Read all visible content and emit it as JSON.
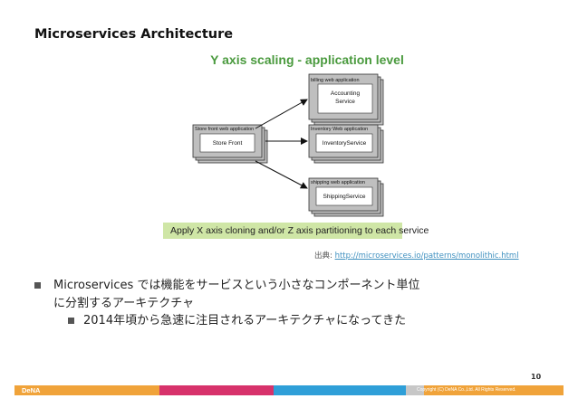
{
  "slide": {
    "title": "Microservices Architecture",
    "diagram_title": "Y axis scaling - application level",
    "page_number": "10"
  },
  "diagram": {
    "nodes": [
      {
        "id": "billing",
        "header": "billing web application",
        "label_line1": "Accounting",
        "label_line2": "Service"
      },
      {
        "id": "storefront",
        "header": "Store front web application",
        "label_line1": "Store Front",
        "label_line2": ""
      },
      {
        "id": "inventory",
        "header": "Inventory Web application",
        "label_line1": "InventoryService",
        "label_line2": ""
      },
      {
        "id": "shipping",
        "header": "shipping web application",
        "label_line1": "ShippingService",
        "label_line2": ""
      }
    ],
    "banner": "Apply X axis cloning and/or Z axis partitioning to each service"
  },
  "source": {
    "prefix": "出典:",
    "url": "http://microservices.io/patterns/monolithic.html"
  },
  "bullets": {
    "level1": "Microservices では機能をサービスという小さなコンポーネント単位に分割するアーキテクチャ",
    "level1_line1": "Microservices では機能をサービスという小さなコンポーネント単位",
    "level1_line2": "に分割するアーキテクチャ",
    "level2": "2014年頃から急速に注目されるアーキテクチャになってきた"
  },
  "footer": {
    "logo": "DeNA",
    "copyright": "Copyright (C) DeNA Co.,Ltd. All Rights Reserved.",
    "colors": [
      "#f0a33a",
      "#d7326b",
      "#2f9fd8",
      "#c7c7c7"
    ]
  }
}
